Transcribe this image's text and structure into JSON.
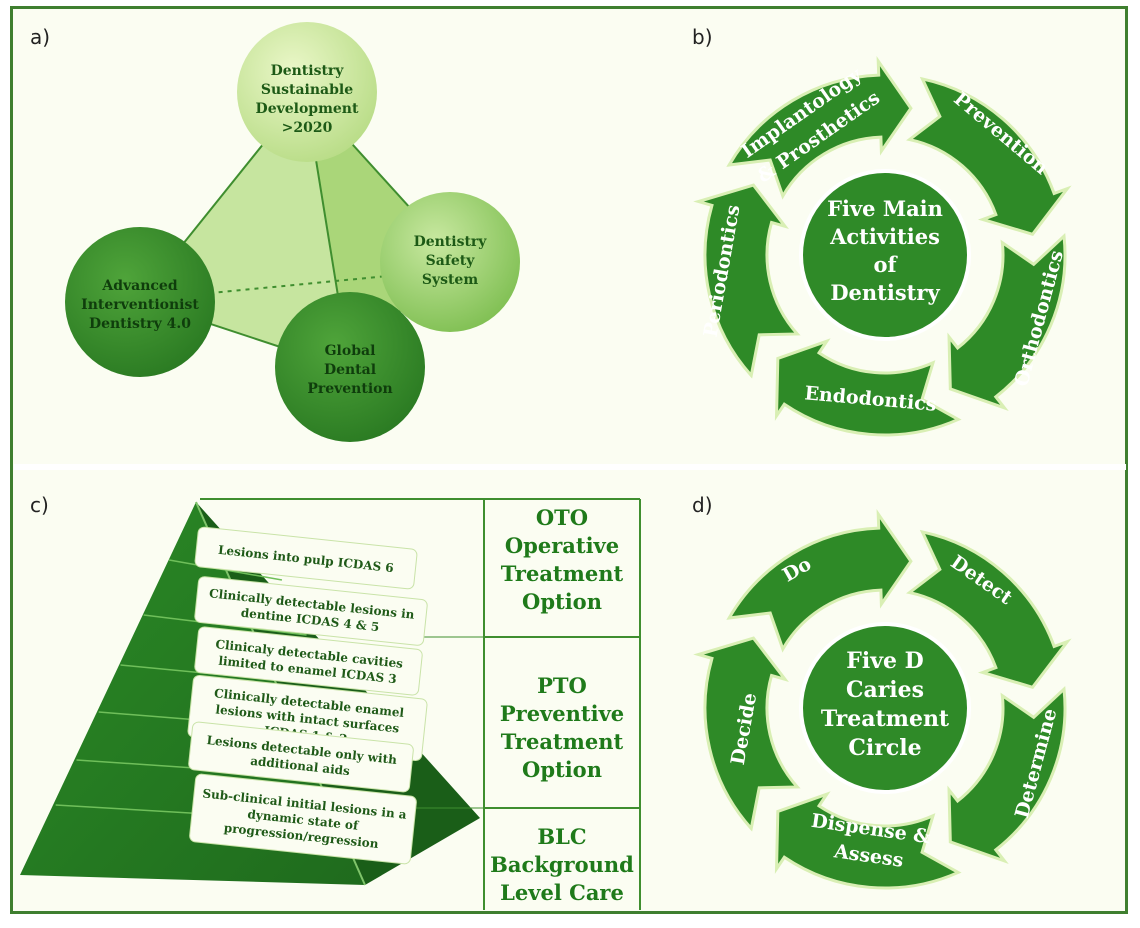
{
  "panels": {
    "a": {
      "label": "a)",
      "nodes": {
        "top": [
          "Dentistry",
          "Sustainable",
          "Development",
          ">2020"
        ],
        "right": [
          "Dentistry",
          "Safety",
          "System"
        ],
        "left": [
          "Advanced",
          "Interventionist",
          "Dentistry 4.0"
        ],
        "bottom": [
          "Global",
          "Dental",
          "Prevention"
        ]
      }
    },
    "b": {
      "label": "b)",
      "center": [
        "Five Main",
        "Activities",
        "of",
        "Dentistry"
      ],
      "segments": {
        "implantology": [
          "Implantology",
          "& Prosthetics"
        ],
        "prevention": "Prevention",
        "orthodontics": "Orthodontics",
        "endodontics": "Endodontics",
        "periodontics": "Periodontics"
      }
    },
    "c": {
      "label": "c)",
      "layers": [
        [
          "Lesions into pulp ICDAS 6"
        ],
        [
          "Clinically detectable lesions in",
          "dentine ICDAS 4 & 5"
        ],
        [
          "Clinicaly detectable cavities",
          "limited to enamel ICDAS 3"
        ],
        [
          "Clinically detectable enamel",
          "lesions with intact surfaces",
          "ICDAS 1 & 2"
        ],
        [
          "Lesions detectable only with",
          "additional aids"
        ],
        [
          "Sub-clinical initial lesions in a",
          "dynamic state of",
          "progression/regression"
        ]
      ],
      "options": {
        "oto": [
          "OTO",
          "Operative",
          "Treatment",
          "Option"
        ],
        "pto": [
          "PTO",
          "Preventive",
          "Treatment",
          "Option"
        ],
        "blc": [
          "BLC",
          "Background",
          "Level Care"
        ]
      }
    },
    "d": {
      "label": "d)",
      "center": [
        "Five D",
        "Caries",
        "Treatment",
        "Circle"
      ],
      "segments": {
        "do": "Do",
        "detect": "Detect",
        "determine": "Determine",
        "dispense": [
          "Dispense &",
          "Assess"
        ],
        "decide": "Decide"
      }
    }
  }
}
